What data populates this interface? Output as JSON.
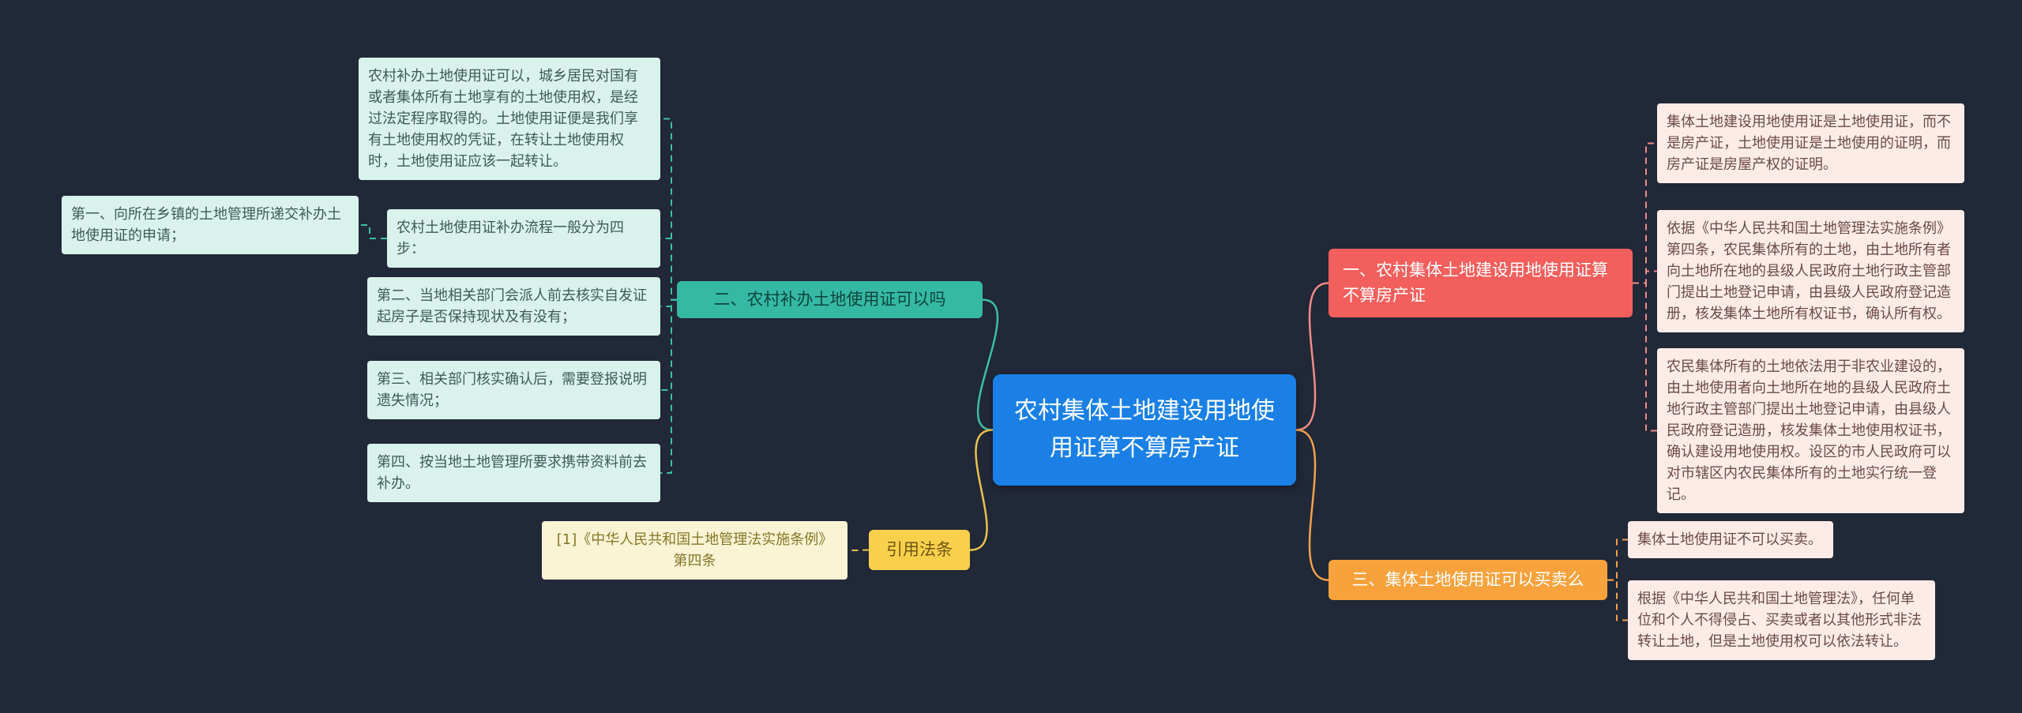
{
  "central": {
    "label": "农村集体土地建设用地使用证算不算房产证"
  },
  "branch_reissue": {
    "node_label": "二、农村补办土地使用证可以吗",
    "intro": "农村补办土地使用证可以，城乡居民对国有或者集体所有土地享有的土地使用权，是经过法定程序取得的。土地使用证便是我们享有土地使用权的凭证，在转让土地使用权时，土地使用证应该一起转让。",
    "process_title": "农村土地使用证补办流程一般分为四步：",
    "step1": "第一、向所在乡镇的土地管理所递交补办土地使用证的申请；",
    "step2": "第二、当地相关部门会派人前去核实自发证起房子是否保持现状及有没有；",
    "step3": "第三、相关部门核实确认后，需要登报说明遗失情况；",
    "step4": "第四、按当地土地管理所要求携带资料前去补办。"
  },
  "branch_legal": {
    "node_label": "引用法条",
    "reference": "[1]《中华人民共和国土地管理法实施条例》第四条"
  },
  "branch_certificate": {
    "node_label": "一、农村集体土地建设用地使用证算不算房产证",
    "point1": "集体土地建设用地使用证是土地使用证，而不是房产证，土地使用证是土地使用的证明，而房产证是房屋产权的证明。",
    "point2": "依据《中华人民共和国土地管理法实施条例》第四条，农民集体所有的土地，由土地所有者向土地所在地的县级人民政府土地行政主管部门提出土地登记申请，由县级人民政府登记造册，核发集体土地所有权证书，确认所有权。",
    "point3": "农民集体所有的土地依法用于非农业建设的，由土地使用者向土地所在地的县级人民政府土地行政主管部门提出土地登记申请，由县级人民政府登记造册，核发集体土地使用权证书，确认建设用地使用权。设区的市人民政府可以对市辖区内农民集体所有的土地实行统一登记。"
  },
  "branch_trade": {
    "node_label": "三、集体土地使用证可以买卖么",
    "point1": "集体土地使用证不可以买卖。",
    "point2": "根据《中华人民共和国土地管理法》，任何单位和个人不得侵占、买卖或者以其他形式非法转让土地，但是土地使用权可以依法转让。"
  },
  "colors": {
    "background": "#212838",
    "central_node": "#1a80e6",
    "teal_node": "#35b9a4",
    "teal_light": "#d9f2ec",
    "yellow_node": "#f8d04c",
    "yellow_light": "#faf4d4",
    "red_node": "#f25f5c",
    "pink_light": "#fdebe8",
    "orange_node": "#f7a23c",
    "connector_teal": "#3cbfa9",
    "connector_yellow": "#e9c14e",
    "connector_pink": "#f08c86",
    "connector_orange": "#f2a14c"
  }
}
